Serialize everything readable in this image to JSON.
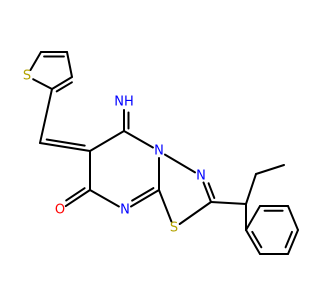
{
  "colors": {
    "background": "#ffffff",
    "bond": "#000000",
    "nitrogen": "#0000ff",
    "oxygen": "#ff0000",
    "sulfur": "#b3a300"
  },
  "atoms": {
    "thiophene_s": "S",
    "ring_s": "S",
    "imine_nh": "NH",
    "ring_n_top": "N",
    "ring_n_right": "N",
    "ring_n_bottom": "N",
    "carbonyl_o": "O"
  }
}
